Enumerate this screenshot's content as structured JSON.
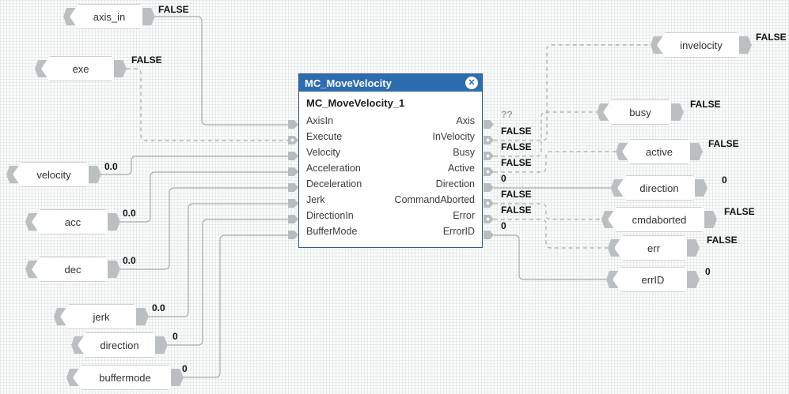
{
  "block": {
    "title": "MC_MoveVelocity",
    "instance": "MC_MoveVelocity_1",
    "close_icon": "✕",
    "inputs": [
      {
        "name": "AxisIn",
        "kind": "ref"
      },
      {
        "name": "Execute",
        "kind": "bool"
      },
      {
        "name": "Velocity",
        "kind": "num"
      },
      {
        "name": "Acceleration",
        "kind": "num"
      },
      {
        "name": "Deceleration",
        "kind": "num"
      },
      {
        "name": "Jerk",
        "kind": "num"
      },
      {
        "name": "DirectionIn",
        "kind": "num"
      },
      {
        "name": "BufferMode",
        "kind": "num"
      }
    ],
    "outputs": [
      {
        "name": "Axis",
        "kind": "ref",
        "value": "??"
      },
      {
        "name": "InVelocity",
        "kind": "bool",
        "value": "FALSE"
      },
      {
        "name": "Busy",
        "kind": "bool",
        "value": "FALSE"
      },
      {
        "name": "Active",
        "kind": "bool",
        "value": "FALSE"
      },
      {
        "name": "Direction",
        "kind": "num",
        "value": "0"
      },
      {
        "name": "CommandAborted",
        "kind": "bool",
        "value": "FALSE"
      },
      {
        "name": "Error",
        "kind": "bool",
        "value": "FALSE"
      },
      {
        "name": "ErrorID",
        "kind": "num",
        "value": "0"
      }
    ]
  },
  "input_vars": [
    {
      "label": "axis_in",
      "value": "FALSE"
    },
    {
      "label": "exe",
      "value": "FALSE"
    },
    {
      "label": "velocity",
      "value": "0.0"
    },
    {
      "label": "acc",
      "value": "0.0"
    },
    {
      "label": "dec",
      "value": "0.0"
    },
    {
      "label": "jerk",
      "value": "0.0"
    },
    {
      "label": "direction",
      "value": "0"
    },
    {
      "label": "buffermode",
      "value": "0"
    }
  ],
  "output_vars": [
    {
      "label": "invelocity",
      "value": "FALSE"
    },
    {
      "label": "busy",
      "value": "FALSE"
    },
    {
      "label": "active",
      "value": "FALSE"
    },
    {
      "label": "direction",
      "value": "0"
    },
    {
      "label": "cmdaborted",
      "value": "FALSE"
    },
    {
      "label": "err",
      "value": "FALSE"
    },
    {
      "label": "errID",
      "value": "0"
    }
  ],
  "colors": {
    "title_bar": "#2e6cb0",
    "block_border": "#2a5b96",
    "canvas_bg": "#fafbfb",
    "pin": "#b9bcbe",
    "wire": "#9fa3a6"
  }
}
